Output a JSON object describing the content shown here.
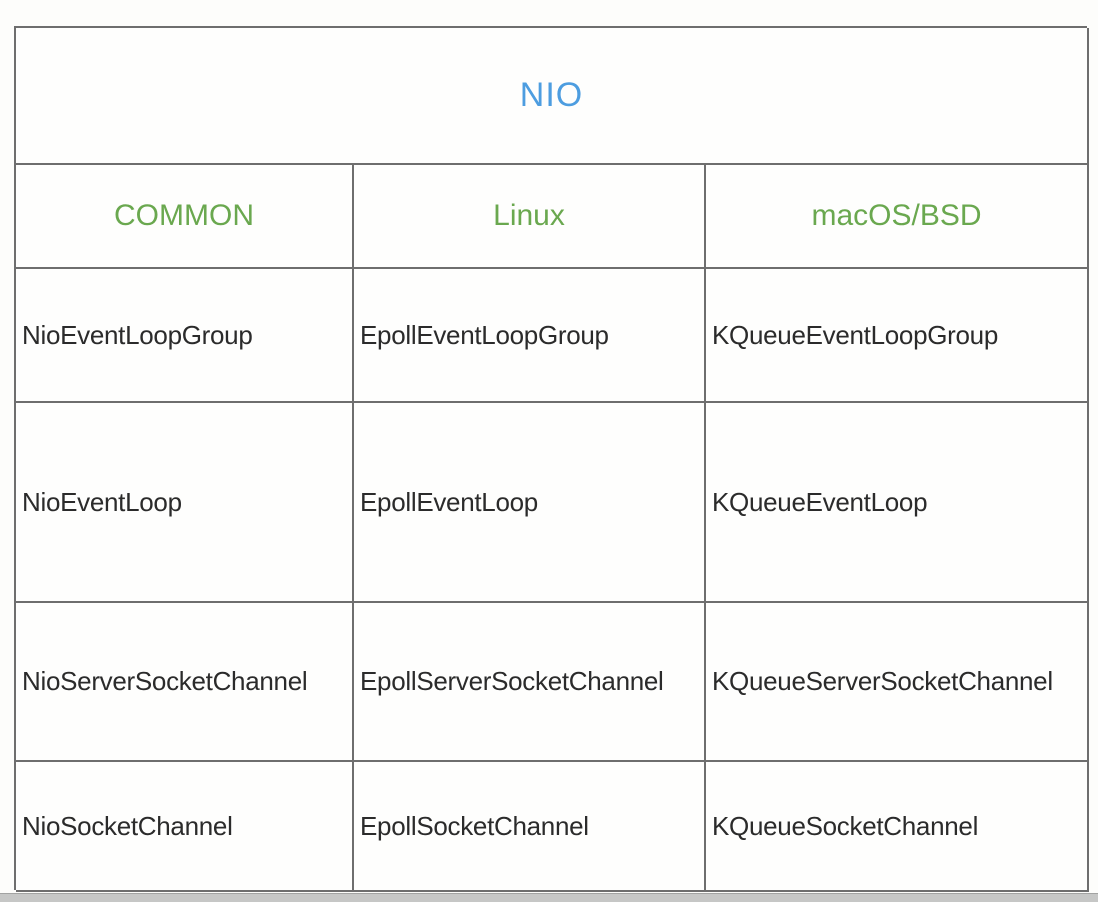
{
  "table": {
    "title": "NIO",
    "columns": [
      "COMMON",
      "Linux",
      "macOS/BSD"
    ],
    "rows": [
      [
        "NioEventLoopGroup",
        "EpollEventLoopGroup",
        "KQueueEventLoopGroup"
      ],
      [
        "NioEventLoop",
        "EpollEventLoop",
        "KQueueEventLoop"
      ],
      [
        "NioServerSocketChannel",
        "EpollServerSocketChannel",
        "KQueueServerSocketChannel"
      ],
      [
        "NioSocketChannel",
        "EpollSocketChannel",
        "KQueueSocketChannel"
      ]
    ],
    "colors": {
      "title": "#4d9de0",
      "header": "#6aa84f",
      "text": "#2b2b2b",
      "border": "#6e6e6e"
    }
  }
}
